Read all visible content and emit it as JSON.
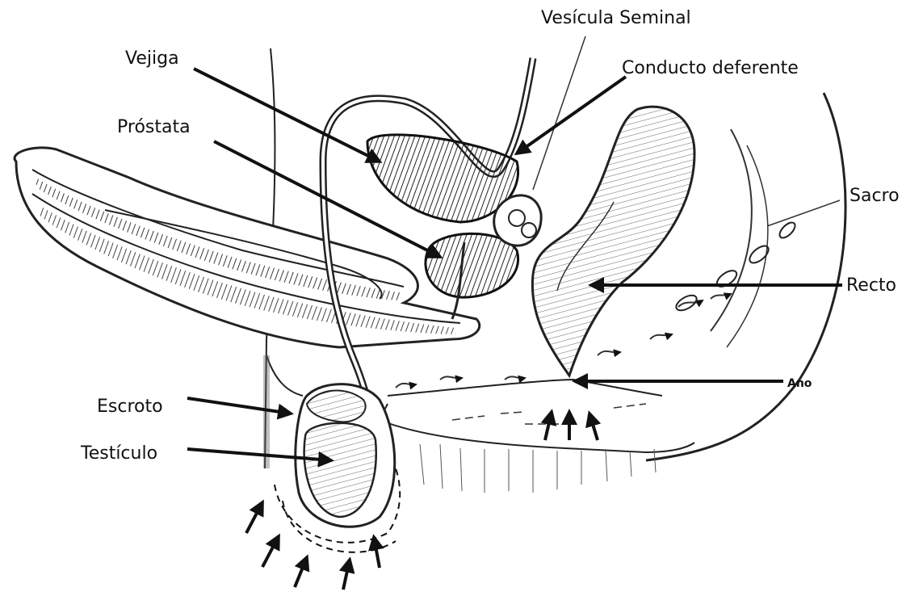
{
  "labels": {
    "vesicula_seminal": "Vesícula Seminal",
    "vejiga": "Vejiga",
    "conducto_deferente": "Conducto deferente",
    "prostata": "Próstata",
    "sacro": "Sacro",
    "recto": "Recto",
    "ano": "Ano",
    "escroto": "Escroto",
    "testiculo": "Testículo"
  },
  "colors": {
    "ink": "#111111",
    "tissue_dark": "#2a2a2a",
    "background": "#ffffff"
  }
}
